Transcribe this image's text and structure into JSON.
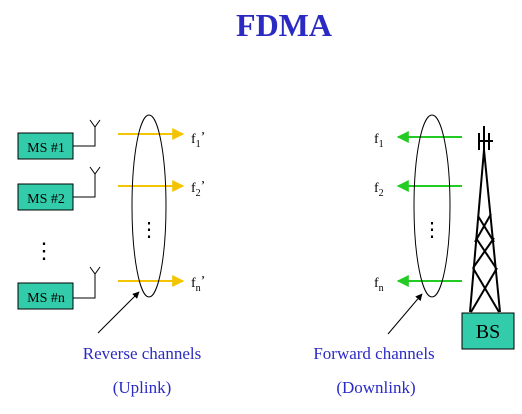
{
  "title": "FDMA",
  "colors": {
    "title": "#2b2bc4",
    "caption": "#2b2bc4",
    "uplink_arrow": "#f5c400",
    "downlink_arrow": "#22cc22",
    "box_fill": "#33ccaa",
    "box_border": "#000000",
    "line": "#000000"
  },
  "mobile_stations": [
    {
      "label": "MS #1"
    },
    {
      "label": "MS #2"
    },
    {
      "label": "MS #n"
    }
  ],
  "vertical_ellipsis": "⋮",
  "uplink_frequencies": [
    {
      "base": "f",
      "sub": "1",
      "prime": "’"
    },
    {
      "base": "f",
      "sub": "2",
      "prime": "’"
    },
    {
      "base": "f",
      "sub": "n",
      "prime": "’"
    }
  ],
  "downlink_frequencies": [
    {
      "base": "f",
      "sub": "1"
    },
    {
      "base": "f",
      "sub": "2"
    },
    {
      "base": "f",
      "sub": "n"
    }
  ],
  "base_station": {
    "label": "BS"
  },
  "captions": {
    "reverse": "Reverse channels",
    "uplink": "(Uplink)",
    "forward": "Forward channels",
    "downlink": "(Downlink)"
  },
  "icons": {
    "antenna": "antenna-icon",
    "tower": "tower-icon"
  }
}
